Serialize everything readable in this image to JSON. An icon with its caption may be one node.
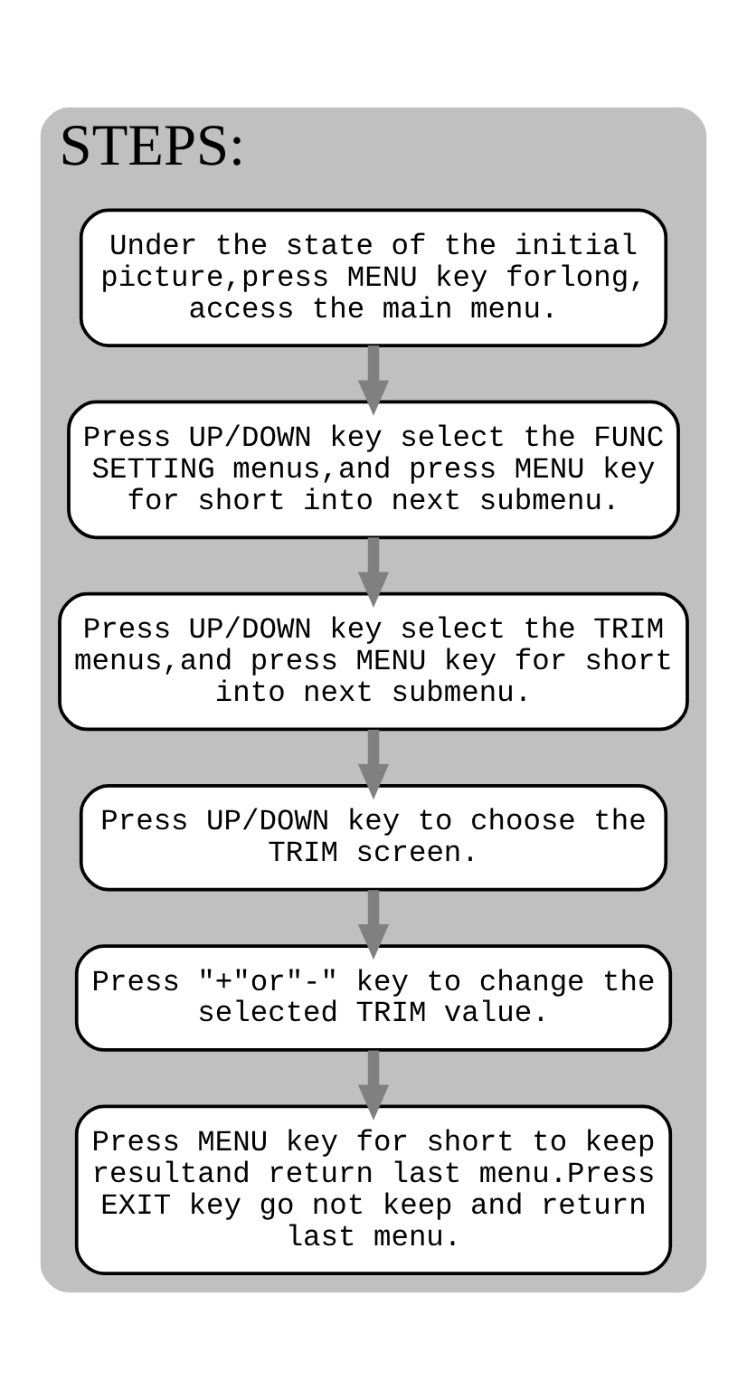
{
  "diagram": {
    "nodes": [
      {
        "text": [
          "STEPS:"
        ]
      },
      {
        "text": [
          "Under the state of the initial picture,press MENU key forlong, access the main menu."
        ],
        "in": 0
      },
      {
        "text": [
          "Press UP/DOWN key select the FUNC SETTING menus,and press MENU key for short into next submenu."
        ],
        "in": 0
      },
      {
        "text": [
          "Press UP/DOWN key select the TRIM menus,and press MENU key for short into next submenu."
        ],
        "in": 0
      },
      {
        "text": [
          "Press UP/DOWN key to choose the TRIM screen."
        ],
        "in": 0
      },
      {
        "text": [
          "Press ″+″or″-″ key to change the selected TRIM value."
        ],
        "in": 0
      },
      {
        "text": [
          "Press MENU key for short to keep resultand return last menu.Press EXIT key go not keep and return last menu."
        ],
        "in": 0
      }
    ],
    "edges": [
      {
        "from": 1,
        "to": 2,
        "arrow": "to"
      },
      {
        "from": 2,
        "to": 3,
        "arrow": "to"
      },
      {
        "from": 3,
        "to": 4,
        "arrow": "to"
      },
      {
        "from": 4,
        "to": 5,
        "arrow": "to"
      },
      {
        "from": 5,
        "to": 6,
        "arrow": "to"
      }
    ]
  }
}
